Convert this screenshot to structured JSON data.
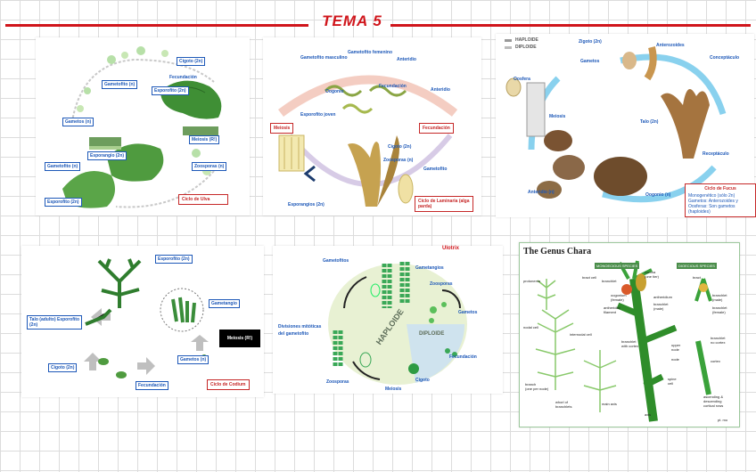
{
  "header": {
    "title": "TEMA 5",
    "rule_color": "#d0151b"
  },
  "panels": {
    "ulva_cycle": {
      "labels": [
        "Cigoto (2n)",
        "Fecundación",
        "Esporofito (2n)",
        "Gametofito (n)",
        "Gametos (n)",
        "Meiosis (R!)",
        "Zoosporas (n)",
        "Esporangio (2n)",
        "Gametofito (n)",
        "Esporofito (2n)"
      ],
      "caption": "Ciclo de Ulva"
    },
    "laminaria_cycle": {
      "labels": [
        "Gametofito masculino",
        "Gametofito femenino",
        "Anteridio",
        "Oogonio",
        "Fecundación",
        "Esporofito joven",
        "Esporangios (2n)",
        "Zoosporas (n)",
        "Cigoto (2n)",
        "Gametofito"
      ],
      "boxes": [
        "Meiosis",
        "Fecundación"
      ],
      "caption": "Ciclo de Laminaria (alga parda)"
    },
    "fucus_cycle": {
      "legend": [
        "HAPLOIDE",
        "DIPLOIDE"
      ],
      "labels": [
        "Zigoto (2n)",
        "Gametos",
        "Anterozoides",
        "Oosfera",
        "Talo (2n)",
        "Conceptáculo",
        "Meiosis",
        "Receptáculo",
        "Anteridio (n)",
        "Oogonio (n)"
      ],
      "caption_title": "Ciclo de Fucus",
      "caption_lines": [
        "Monogenético (sólo 2n)",
        "Gametos: Anterozoides y",
        "Oosferas: Son gametos",
        "(haploides)"
      ]
    },
    "codium_cycle": {
      "labels": [
        "Esporofito (2n)",
        "Gametangio",
        "Gametos (n)",
        "Fecundación",
        "Cigoto (2n)",
        "Talo (adulto) Esporofito (2n)"
      ],
      "black_box": "Meiosis (R!)",
      "caption": "Ciclo de Codium"
    },
    "haplodiplo_cycle": {
      "top_label": "Ulotrix",
      "labels": [
        "Gametofitos",
        "Gametangios",
        "Gametos",
        "Fecundación",
        "Cigoto",
        "Meiosis",
        "Zoosporas",
        "Zoosporas"
      ],
      "small_labels": [
        "Divisiones mitóticas",
        "del gametofito"
      ],
      "haploid": "HAPLOIDE",
      "diploid": "DIPLOIDE"
    },
    "chara": {
      "title": "The Genus Chara",
      "tags": [
        "MONOECIOUS SPECIES",
        "DIOECIOUS SPECIES"
      ],
      "labels": [
        "corona",
        "(one tier)",
        "bract cell",
        "antheridium",
        "branchlet",
        "oogonium",
        "(female)",
        "branchlet",
        "(male)",
        "antheridial",
        "filament",
        "branchlet",
        "with cortex",
        "upper",
        "node",
        "spine",
        "cell",
        "node",
        "main axis",
        "whorl of",
        "branchlets",
        "branch",
        "(one per node)",
        "nodal cell",
        "internodal cell",
        "protonema",
        "ascending &",
        "descending",
        "cortical rows",
        "axis",
        "branchlet",
        "no cortex",
        "bract",
        "branchlet",
        "(male)",
        "branchlet",
        "(female)",
        "cortex"
      ],
      "footer": "pt. mo"
    }
  }
}
